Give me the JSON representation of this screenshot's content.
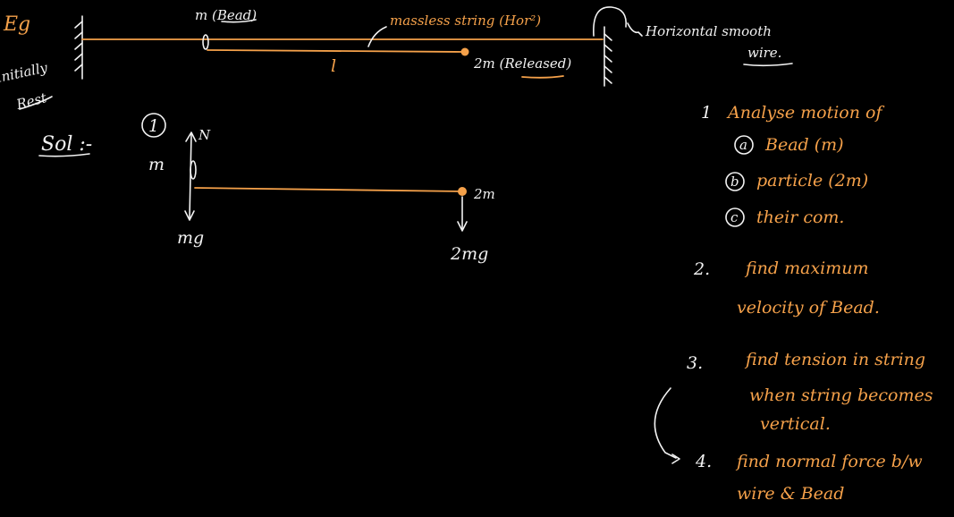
{
  "colors": {
    "background": "#000000",
    "ink_orange": "#f5a14a",
    "ink_white": "#f2f2f2"
  },
  "header": {
    "tag": "Eg",
    "initially": "initially",
    "rest": "Rest",
    "bead_label": "m (Bead)",
    "string_label": "massless string (Hor²)",
    "length_label": "l",
    "mass2_label": "2m (Released)",
    "wire_label_line1": "Horizontal smooth",
    "wire_label_line2": "wire."
  },
  "solution": {
    "sol_label": "Sol :-",
    "step_number": "1",
    "normal": "N",
    "mass_m": "m",
    "weight_m": "mg",
    "mass_2m": "2m",
    "weight_2m": "2mg"
  },
  "questions": {
    "q1_num": "1",
    "q1_text": "Analyse motion of",
    "q1a_tag": "a",
    "q1a_text": "Bead (m)",
    "q1b_tag": "b",
    "q1b_text": "particle (2m)",
    "q1c_tag": "c",
    "q1c_text": "their com.",
    "q2_num": "2.",
    "q2_line1": "find maximum",
    "q2_line2": "velocity of Bead.",
    "q3_num": "3.",
    "q3_line1": "find tension in string",
    "q3_line2": "when string becomes",
    "q3_line3": "vertical.",
    "q4_num": "4.",
    "q4_line1": "find normal force b/w",
    "q4_line2": "wire & Bead"
  }
}
